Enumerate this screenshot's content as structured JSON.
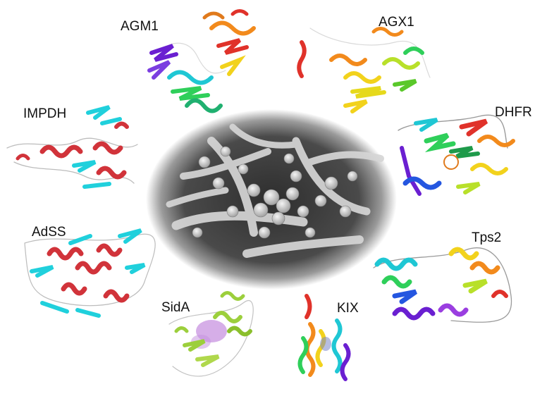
{
  "labels": {
    "agm1": "AGM1",
    "agx1": "AGX1",
    "impdh": "IMPDH",
    "dhfr": "DHFR",
    "adss": "AdSS",
    "tps2": "Tps2",
    "sida": "SidA",
    "kix": "KIX"
  },
  "colors": {
    "helix_red": "#d1333a",
    "sheet_cyan": "#20d0dc",
    "coil_gray": "#9a9a9a",
    "rainbow": [
      "#6a1fd1",
      "#2456e0",
      "#1fc7d4",
      "#2fcf5a",
      "#b8e02a",
      "#f2d21c",
      "#f28a1c",
      "#e0322a"
    ],
    "sida_green": "#9ccf3c",
    "sida_purple": "#b46bd6",
    "sem_center": "#3a3a3a",
    "sem_fiber": "#d8d8d8"
  }
}
